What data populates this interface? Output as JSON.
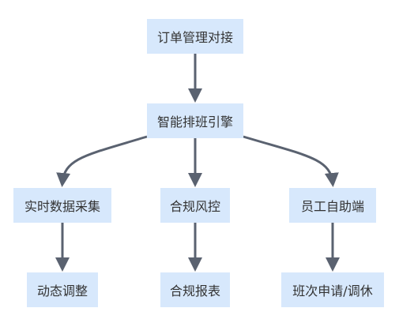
{
  "nodes": {
    "order": "订单管理对接",
    "engine": "智能排班引擎",
    "realtime": "实时数据采集",
    "risk": "合规风控",
    "selfservice": "员工自助端",
    "adjust": "动态调整",
    "report": "合规报表",
    "shift": "班次申请/调休"
  },
  "edges": [
    [
      "order",
      "engine"
    ],
    [
      "engine",
      "realtime"
    ],
    [
      "engine",
      "risk"
    ],
    [
      "engine",
      "selfservice"
    ],
    [
      "realtime",
      "adjust"
    ],
    [
      "risk",
      "report"
    ],
    [
      "selfservice",
      "shift"
    ]
  ],
  "colors": {
    "node_fill": "#d7e8fc",
    "edge": "#5a6270",
    "text": "#333333"
  }
}
